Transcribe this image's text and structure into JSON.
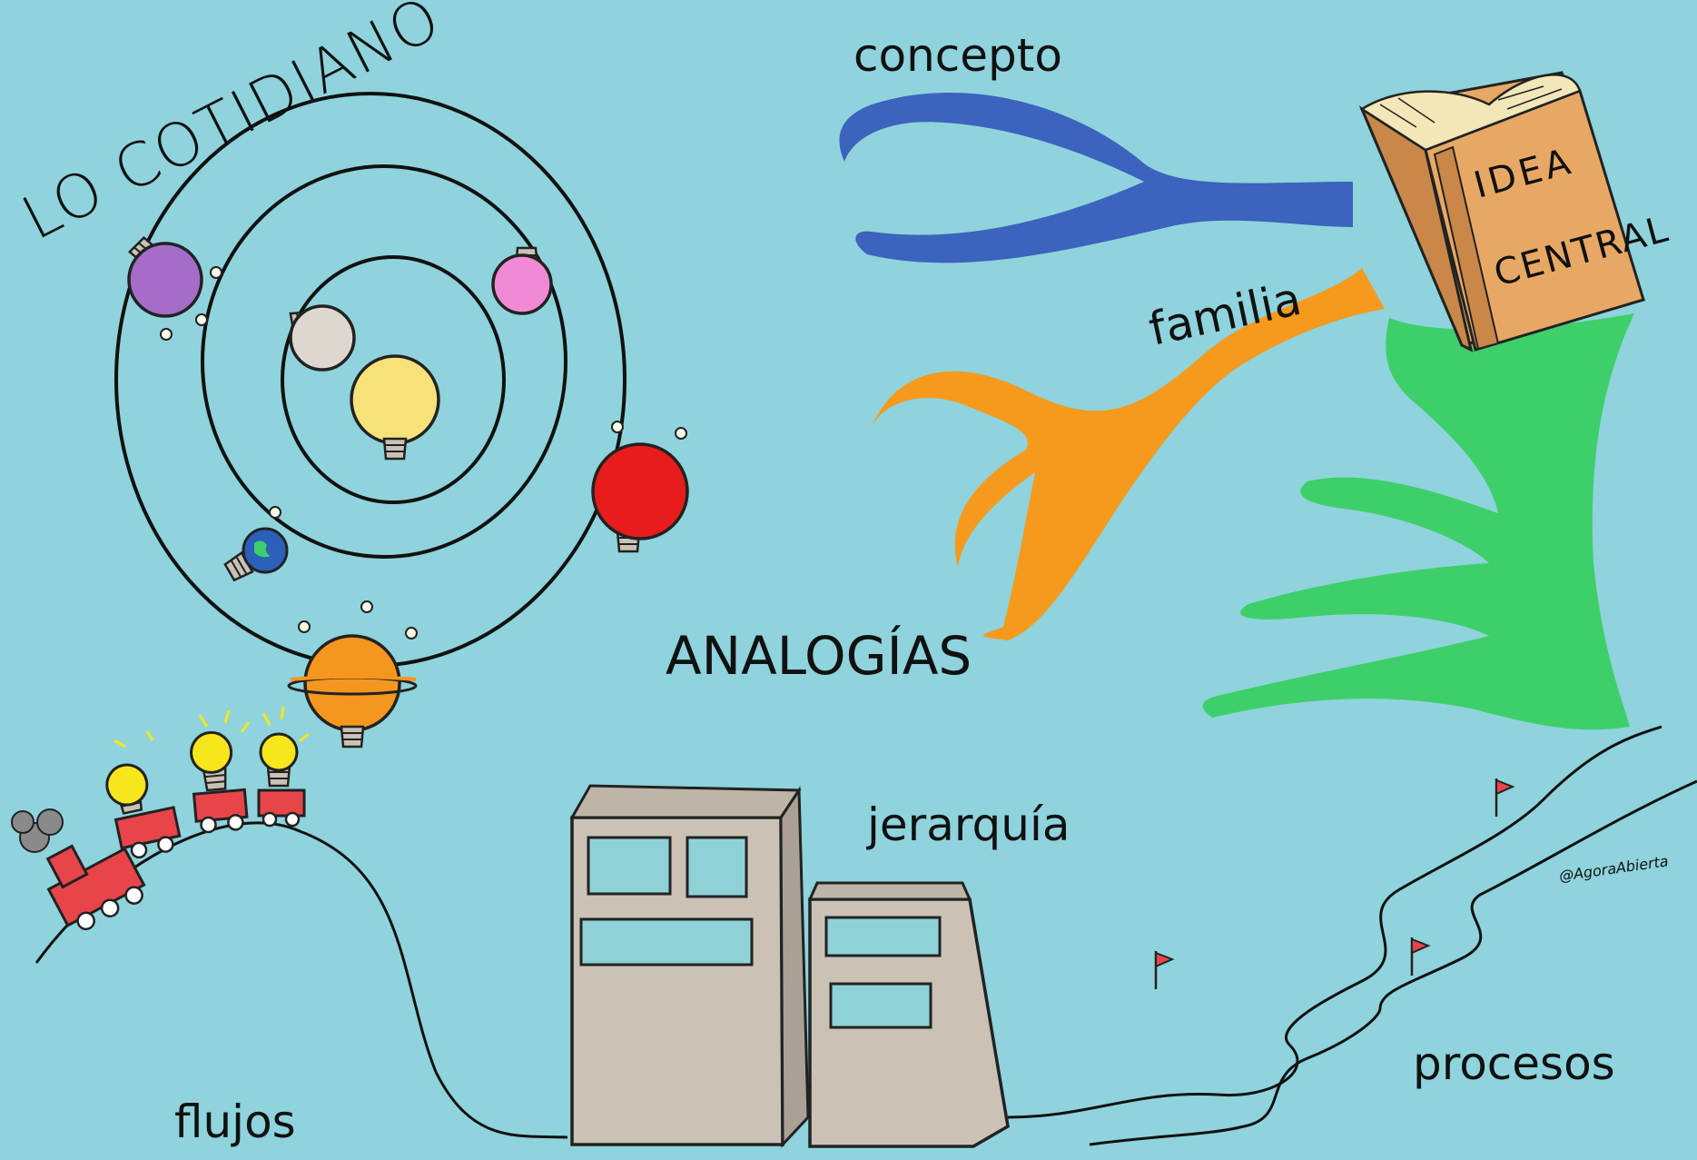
{
  "labels": {
    "lo_cotidiano": "LO COTIDIANO",
    "concepto": "concepto",
    "familia": "familia",
    "idea": "IDEA",
    "central": "CENTRAL",
    "analogias": "ANALOGÍAS",
    "jerarquia": "jerarquía",
    "flujos": "flujos",
    "procesos": "procesos",
    "signature": "@AgoraAbierta"
  },
  "colors": {
    "background": "#8fd3dc",
    "concepto_branch": "#3c63bd",
    "familia_branch": "#f59a1c",
    "green_branch": "#3ecf6a",
    "book": "#e8a865",
    "building": "#c9c2b5",
    "window": "#8ed2d8",
    "sun": "#f7e27a",
    "planet_purple": "#a56cc9",
    "planet_pink": "#f08ad4",
    "planet_grey": "#ddd7cf",
    "planet_red": "#e81c1c",
    "planet_orange": "#f5961e",
    "planet_earth": "#2a60b8",
    "train": "#e8454b",
    "flag": "#e8454b"
  },
  "icons": [
    "lightbulb-sun-icon",
    "lightbulb-planet-icon",
    "train-icon",
    "book-icon",
    "building-icon",
    "flag-icon"
  ]
}
